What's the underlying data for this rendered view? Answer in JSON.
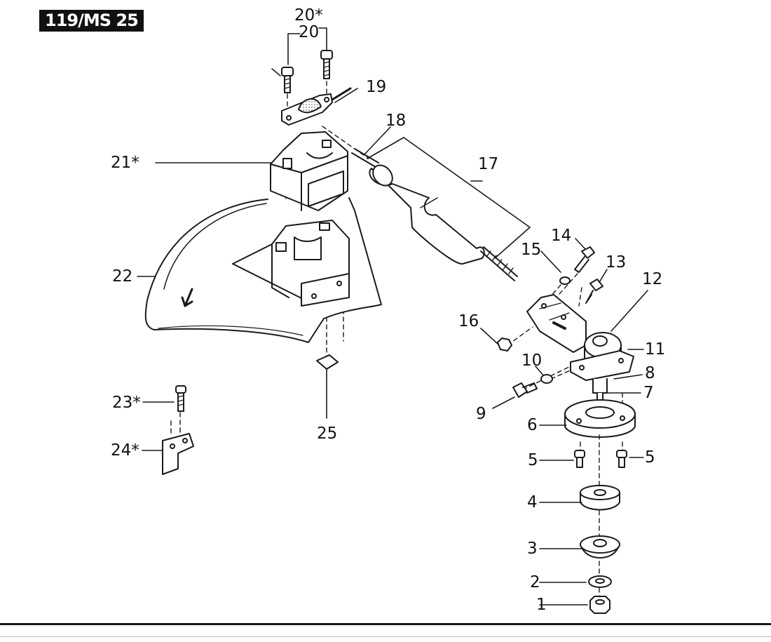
{
  "header": {
    "title": "119/MS 25"
  },
  "callouts": {
    "c1": "1",
    "c2": "2",
    "c3": "3",
    "c4": "4",
    "c5a": "5",
    "c5b": "5",
    "c6": "6",
    "c7": "7",
    "c8": "8",
    "c9": "9",
    "c10": "10",
    "c11": "11",
    "c12": "12",
    "c13": "13",
    "c14": "14",
    "c15": "15",
    "c16": "16",
    "c17": "17",
    "c18": "18",
    "c19": "19",
    "c20": "20",
    "c20s": "20*",
    "c21": "21*",
    "c22": "22",
    "c23": "23*",
    "c24": "24*",
    "c25": "25"
  },
  "colors": {
    "ink": "#1a1a1a",
    "paper": "#ffffff",
    "shade": "#8a8a8a"
  }
}
